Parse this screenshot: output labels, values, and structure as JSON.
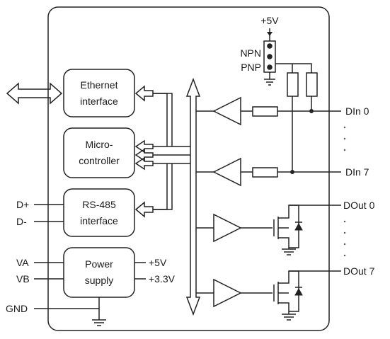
{
  "blocks": {
    "ethernet": [
      "Ethernet",
      "interface"
    ],
    "micro": [
      "Micro-",
      "controller"
    ],
    "rs485": [
      "RS-485",
      "interface"
    ],
    "power": [
      "Power",
      "supply"
    ]
  },
  "pins": {
    "d_plus": "D+",
    "d_minus": "D-",
    "va": "VA",
    "vb": "VB",
    "gnd": "GND",
    "out_5v": "+5V",
    "out_3v3": "+3.3V"
  },
  "jumper": {
    "supply": "+5V",
    "npn": "NPN",
    "pnp": "PNP"
  },
  "io": {
    "din0": "DIn 0",
    "din7": "DIn 7",
    "dout0": "DOut 0",
    "dout7": "DOut 7"
  }
}
